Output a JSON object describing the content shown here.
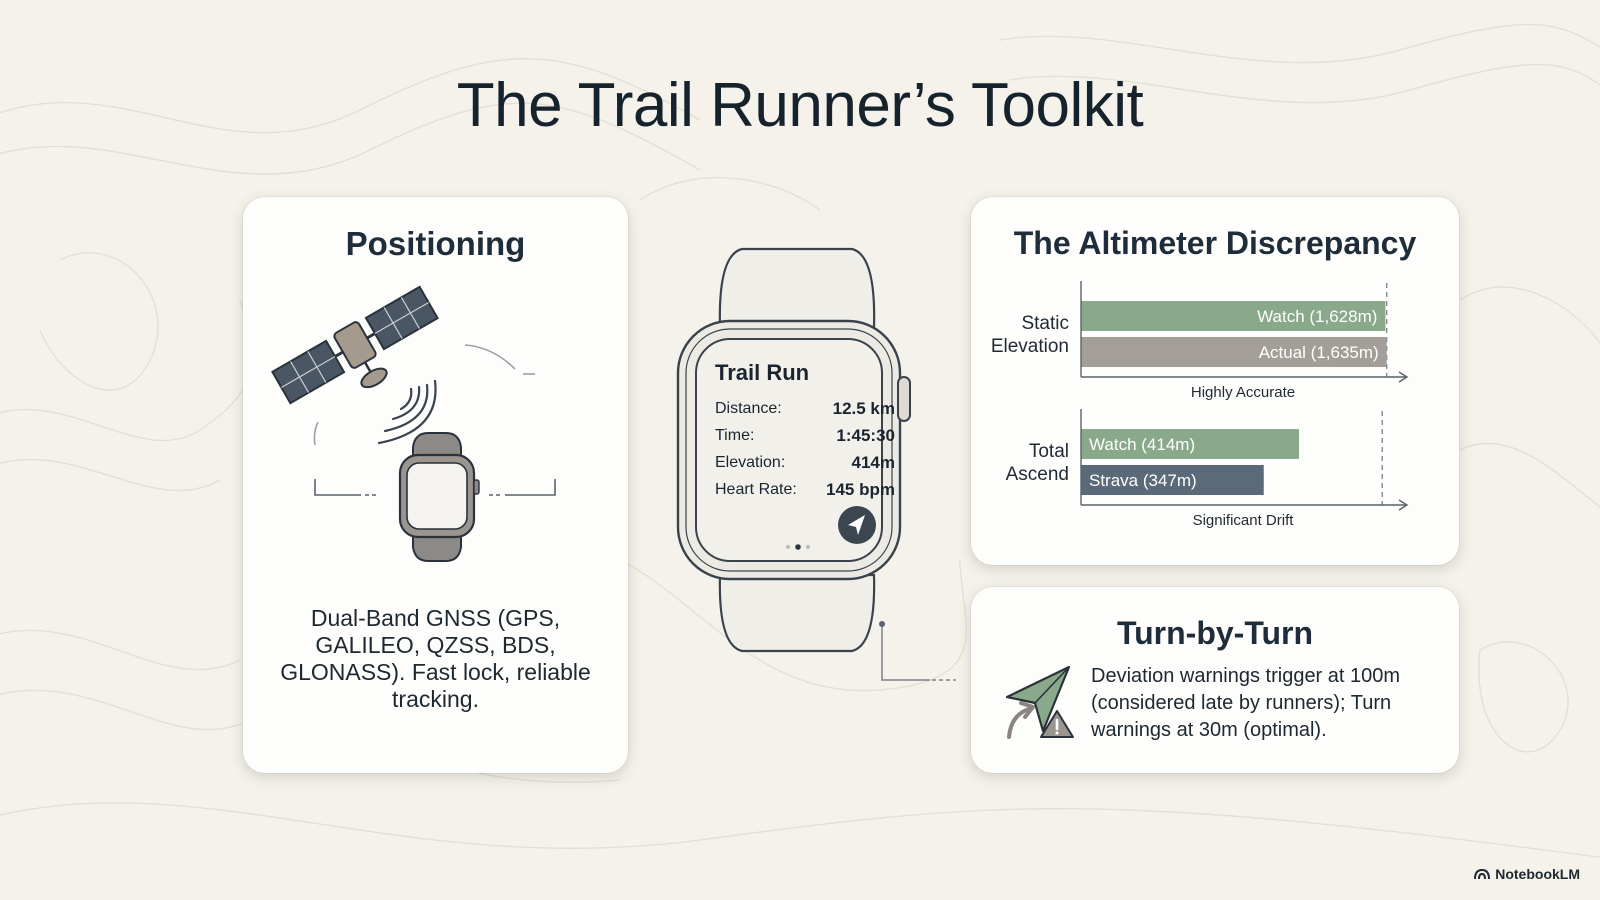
{
  "title": "The Trail Runner’s Toolkit",
  "positioning": {
    "heading": "Positioning",
    "description": "Dual-Band GNSS (GPS, GALILEO, QZSS, BDS, GLONASS). Fast lock, reliable tracking.",
    "icons": [
      "satellite-icon",
      "signal-waves-icon",
      "watch-icon"
    ]
  },
  "watch": {
    "screen_title": "Trail Run",
    "rows": [
      {
        "label": "Distance:",
        "value": "12.5 km"
      },
      {
        "label": "Time:",
        "value": "1:45:30"
      },
      {
        "label": "Elevation:",
        "value": "414m"
      },
      {
        "label": "Heart Rate:",
        "value": "145 bpm"
      }
    ],
    "icon": "navigation-arrow-icon"
  },
  "altimeter": {
    "heading": "The Altimeter Discrepancy"
  },
  "chart_data": [
    {
      "type": "bar",
      "orientation": "horizontal",
      "category_label": "Static\nElevation",
      "xlabel": "Highly Accurate",
      "series": [
        {
          "name": "Watch (1,628m)",
          "value": 1628,
          "color": "#8aa98a"
        },
        {
          "name": "Actual (1,635m)",
          "value": 1635,
          "color": "#a39e98"
        }
      ],
      "reference": 1635,
      "xlim": [
        0,
        1690
      ]
    },
    {
      "type": "bar",
      "orientation": "horizontal",
      "category_label": "Total\nAscend",
      "xlabel": "Significant Drift",
      "series": [
        {
          "name": "Watch (414m)",
          "value": 414,
          "color": "#8aa98a"
        },
        {
          "name": "Strava (347m)",
          "value": 347,
          "color": "#5b6a78"
        }
      ],
      "reference": 572,
      "xlim": [
        0,
        600
      ]
    }
  ],
  "turn": {
    "heading": "Turn-by-Turn",
    "description": "Deviation warnings trigger at 100m (considered late by runners); Turn warnings at 30m (optimal).",
    "icons": [
      "nav-arrow-icon",
      "turn-arrow-icon",
      "warning-icon"
    ]
  },
  "brand": "NotebookLM"
}
